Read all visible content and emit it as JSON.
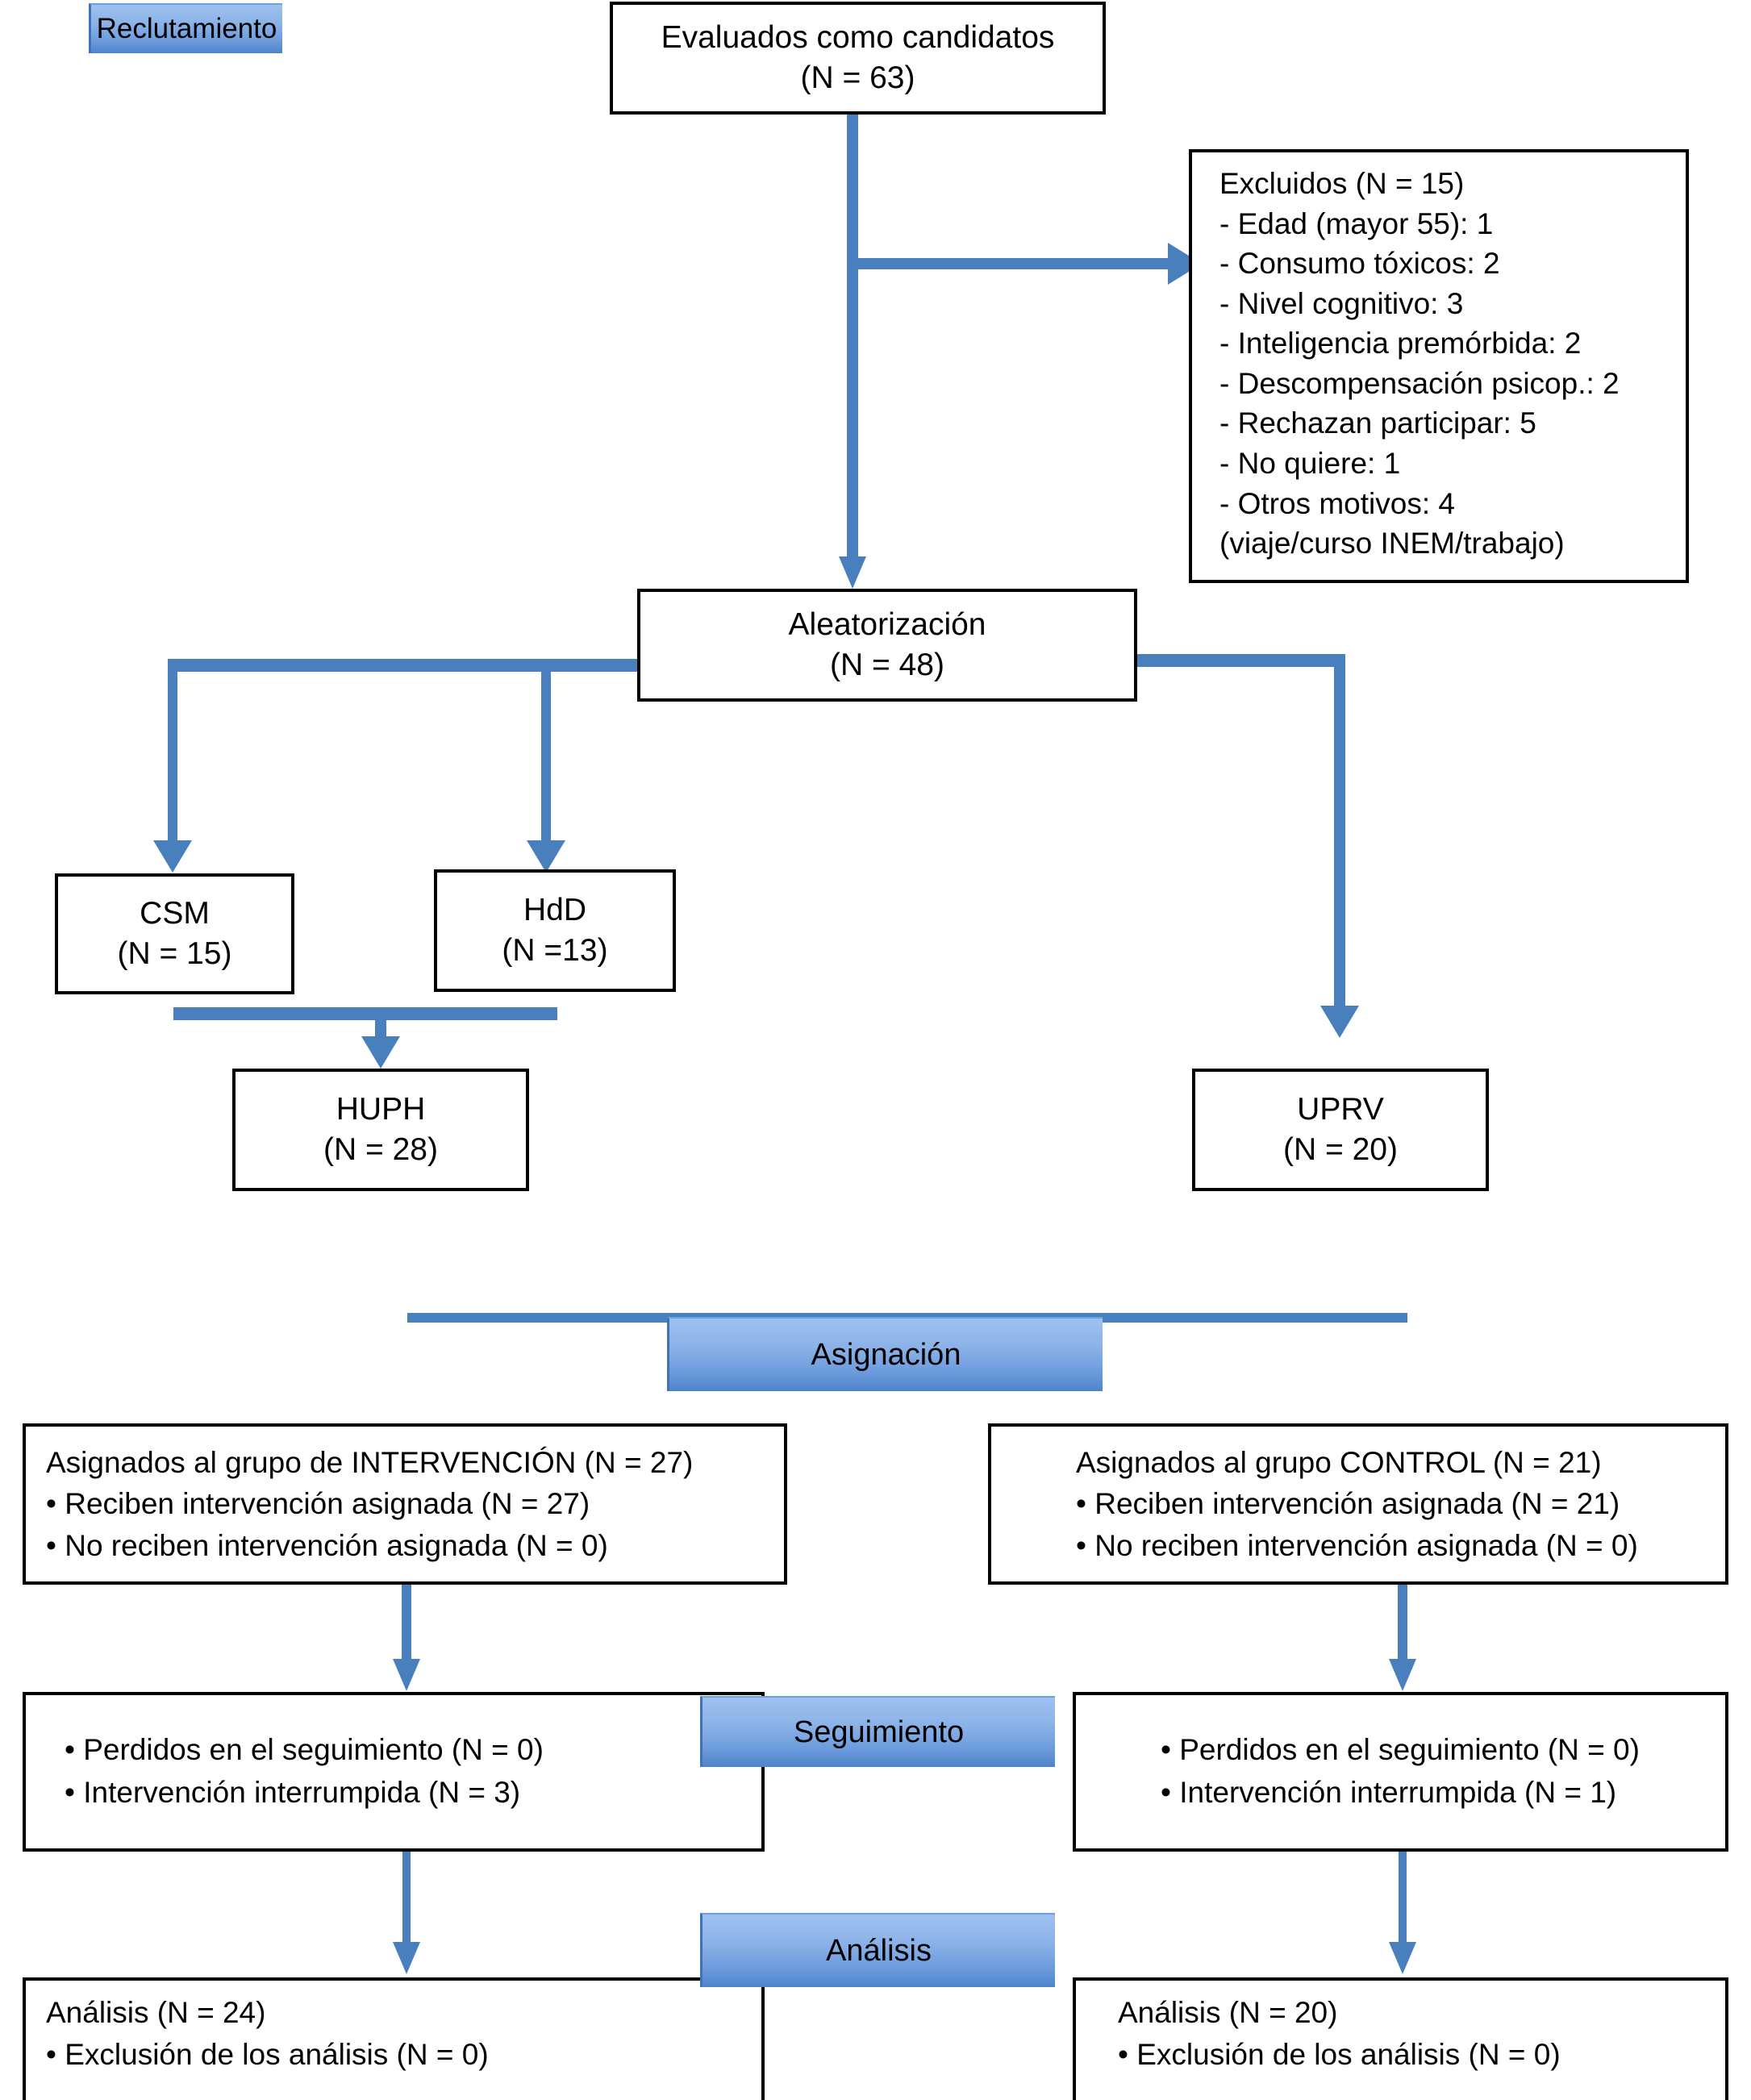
{
  "diagram": {
    "title": "Diagrama de flujo CONSORT",
    "accent_color": "#4a7fbe",
    "badge_gradient_top": "#9ec1ef",
    "badge_gradient_bottom": "#4e84cc",
    "box_border_color": "#000000",
    "background": "#ffffff"
  },
  "stages": {
    "reclutamiento": "Reclutamiento",
    "asignacion": "Asignación",
    "seguimiento": "Seguimiento",
    "analisis": "Análisis"
  },
  "nodes": {
    "assessed": {
      "line1": "Evaluados como candidatos",
      "line2": "(N = 63)"
    },
    "excluded": {
      "heading": "Excluidos (N = 15)",
      "reasons": [
        "- Edad (mayor 55): 1",
        "- Consumo tóxicos: 2",
        "- Nivel cognitivo: 3",
        "- Inteligencia premórbida: 2",
        "- Descompensación psicop.: 2",
        "- Rechazan participar: 5",
        "- No quiere: 1",
        "- Otros motivos: 4",
        "(viaje/curso INEM/trabajo)"
      ]
    },
    "randomization": {
      "line1": "Aleatorización",
      "line2": "(N = 48)"
    },
    "csm": {
      "line1": "CSM",
      "line2": "(N = 15)"
    },
    "hdd": {
      "line1": "HdD",
      "line2": "(N =13)"
    },
    "huph": {
      "line1": "HUPH",
      "line2": "(N = 28)"
    },
    "uprv": {
      "line1": "UPRV",
      "line2": "(N = 20)"
    },
    "intervention_alloc": {
      "heading": "Asignados al grupo de INTERVENCIÓN (N = 27)",
      "bullets": [
        "• Reciben intervención asignada (N = 27)",
        "• No reciben intervención asignada (N = 0)"
      ]
    },
    "control_alloc": {
      "heading": "Asignados al grupo CONTROL (N = 21)",
      "bullets": [
        "• Reciben intervención asignada (N = 21)",
        "• No reciben intervención asignada (N = 0)"
      ]
    },
    "intervention_followup": {
      "bullets": [
        "• Perdidos en el seguimiento (N = 0)",
        "• Intervención interrumpida (N = 3)"
      ]
    },
    "control_followup": {
      "bullets": [
        "• Perdidos en el seguimiento (N = 0)",
        "• Intervención interrumpida (N = 1)"
      ]
    },
    "intervention_analysis": {
      "heading": "Análisis (N = 24)",
      "bullets": [
        "• Exclusión de los análisis (N = 0)"
      ]
    },
    "control_analysis": {
      "heading": "Análisis (N = 20)",
      "bullets": [
        "• Exclusión de los análisis (N = 0)"
      ]
    }
  },
  "chart_data": {
    "type": "diagram",
    "title": "CONSORT flow diagram (Spanish)",
    "flow": [
      {
        "from": "Evaluados como candidatos (N = 63)",
        "to": "Excluidos (N = 15)"
      },
      {
        "from": "Evaluados como candidatos (N = 63)",
        "to": "Aleatorización (N = 48)"
      },
      {
        "from": "Aleatorización (N = 48)",
        "to": "CSM (N = 15)"
      },
      {
        "from": "Aleatorización (N = 48)",
        "to": "HdD (N = 13)"
      },
      {
        "from": "Aleatorización (N = 48)",
        "to": "UPRV (N = 20)"
      },
      {
        "from": "CSM + HdD",
        "to": "HUPH (N = 28)"
      }
    ],
    "counts": {
      "assessed": 63,
      "excluded": 15,
      "randomized": 48,
      "csm": 15,
      "hdd": 13,
      "huph": 28,
      "uprv": 20,
      "intervention_allocated": 27,
      "intervention_received": 27,
      "intervention_not_received": 0,
      "control_allocated": 21,
      "control_received": 21,
      "control_not_received": 0,
      "intervention_lost": 0,
      "intervention_discontinued": 3,
      "control_lost": 0,
      "control_discontinued": 1,
      "intervention_analyzed": 24,
      "intervention_excluded_analysis": 0,
      "control_analyzed": 20,
      "control_excluded_analysis": 0
    }
  }
}
